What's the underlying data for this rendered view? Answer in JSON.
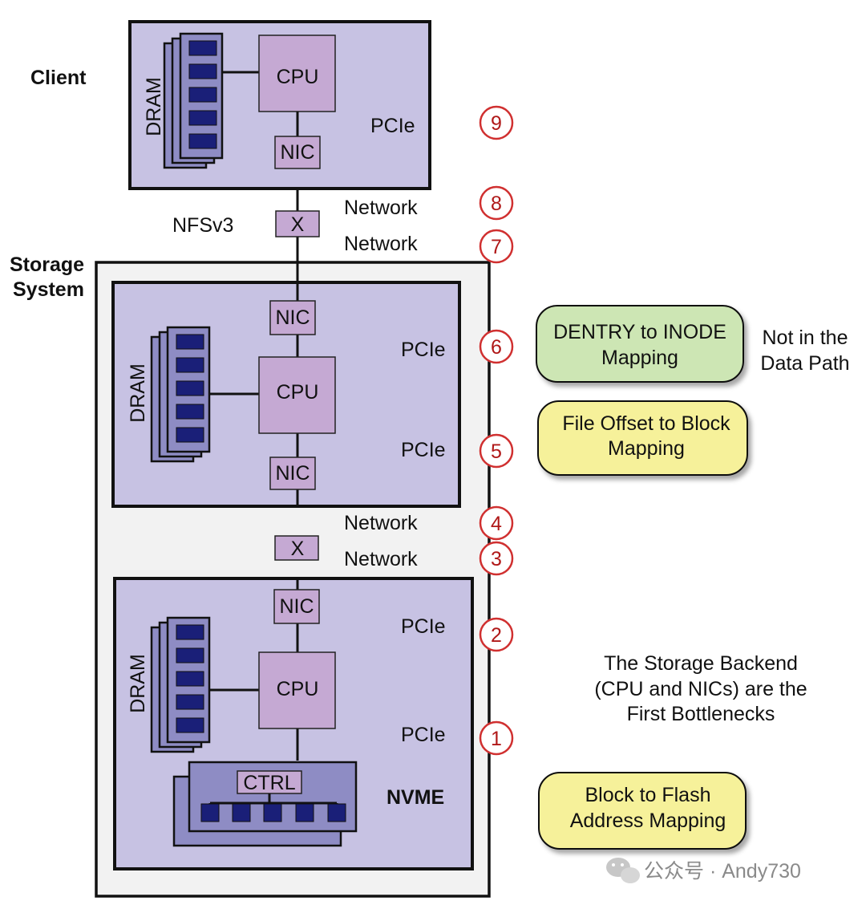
{
  "client": {
    "title": "Client",
    "cpu": "CPU",
    "nic": "NIC",
    "dram": "DRAM",
    "pcie": "PCIe"
  },
  "nfs": {
    "label": "NFSv3",
    "switch": "X"
  },
  "network_labels": [
    "Network",
    "Network",
    "Network",
    "Network"
  ],
  "storage": {
    "title_line1": "Storage",
    "title_line2": "System",
    "middle": {
      "nic_top": "NIC",
      "cpu": "CPU",
      "nic_bottom": "NIC",
      "dram": "DRAM",
      "pcie_top": "PCIe",
      "pcie_bottom": "PCIe"
    },
    "switch": "X",
    "backend": {
      "nic": "NIC",
      "cpu": "CPU",
      "dram": "DRAM",
      "pcie_top": "PCIe",
      "pcie_bottom": "PCIe",
      "ctrl": "CTRL",
      "nvme": "NVME"
    }
  },
  "badges": [
    "9",
    "8",
    "7",
    "6",
    "5",
    "4",
    "3",
    "2",
    "1"
  ],
  "callouts": {
    "dentry": {
      "line1": "DENTRY to INODE",
      "line2": "Mapping",
      "color": "#cde6b4"
    },
    "not_in_path": {
      "line1": "Not in the",
      "line2": "Data Path"
    },
    "file_offset": {
      "line1": "File Offset to Block",
      "line2": "Mapping",
      "color": "#f6f19a"
    },
    "backend_note": {
      "line1": "The Storage Backend",
      "line2": "(CPU and NICs) are the",
      "line3": "First Bottlenecks"
    },
    "block_flash": {
      "line1": "Block to Flash",
      "line2": "Address Mapping",
      "color": "#f6f19a"
    }
  },
  "watermark": {
    "text": "公众号 · Andy730"
  }
}
